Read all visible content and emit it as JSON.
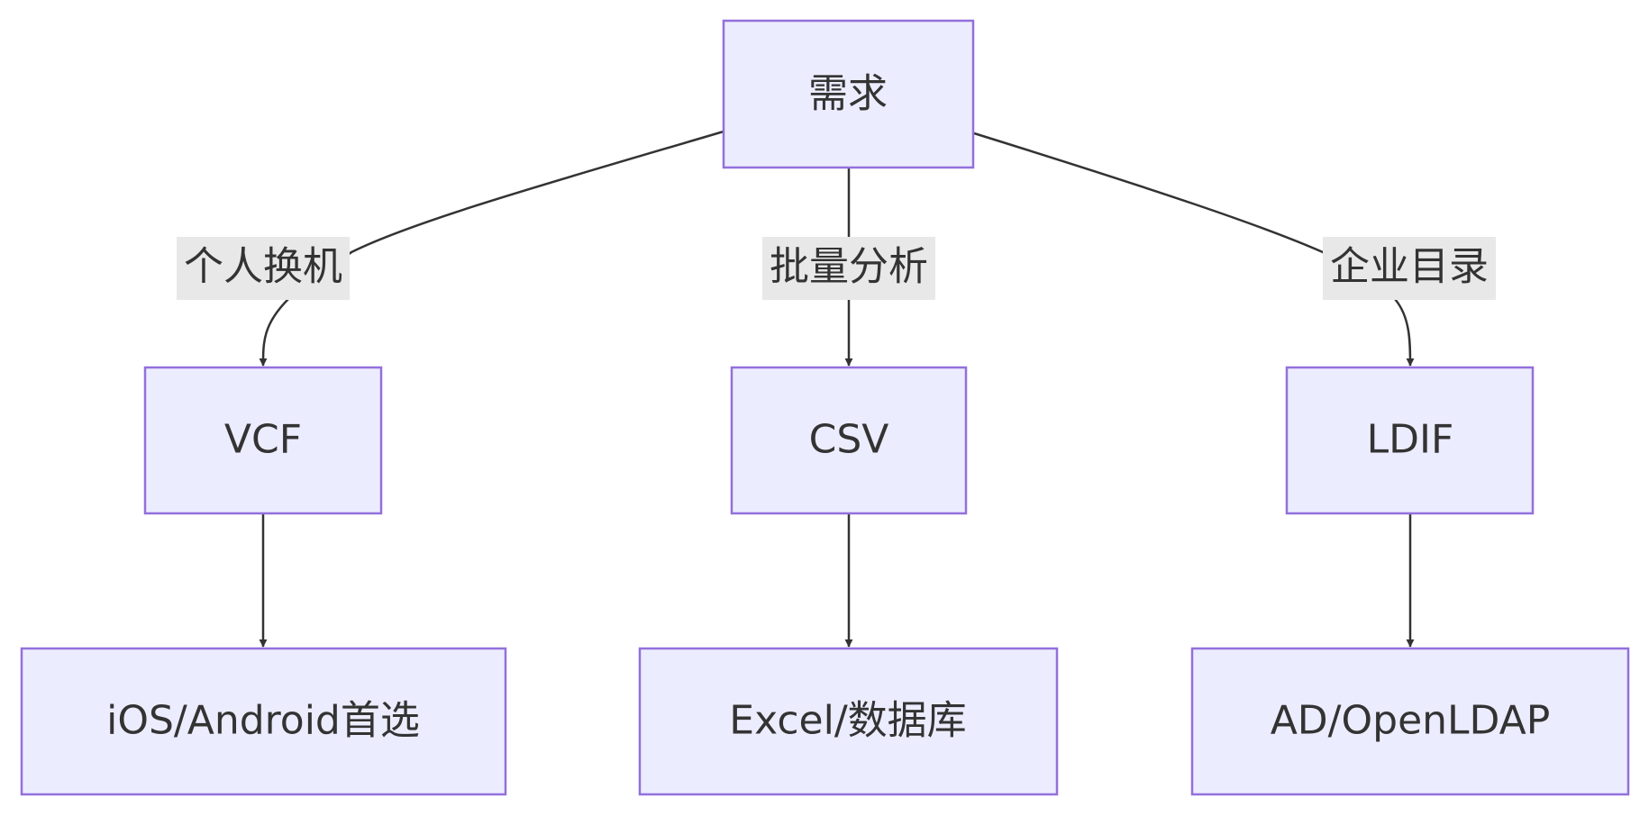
{
  "nodes": {
    "root": {
      "label": "需求"
    },
    "vcf": {
      "label": "VCF"
    },
    "csv": {
      "label": "CSV"
    },
    "ldif": {
      "label": "LDIF"
    },
    "vcf_use": {
      "label": "iOS/Android首选"
    },
    "csv_use": {
      "label": "Excel/数据库"
    },
    "ldif_use": {
      "label": "AD/OpenLDAP"
    }
  },
  "edges": [
    {
      "from": "root",
      "to": "vcf",
      "label": "个人换机"
    },
    {
      "from": "root",
      "to": "csv",
      "label": "批量分析"
    },
    {
      "from": "root",
      "to": "ldif",
      "label": "企业目录"
    },
    {
      "from": "vcf",
      "to": "vcf_use",
      "label": ""
    },
    {
      "from": "csv",
      "to": "csv_use",
      "label": ""
    },
    {
      "from": "ldif",
      "to": "ldif_use",
      "label": ""
    }
  ],
  "colors": {
    "node_fill": "#ECECFF",
    "node_stroke": "#9370DB",
    "edge": "#333333",
    "label_bg": "#E8E8E8",
    "text": "#333333"
  }
}
